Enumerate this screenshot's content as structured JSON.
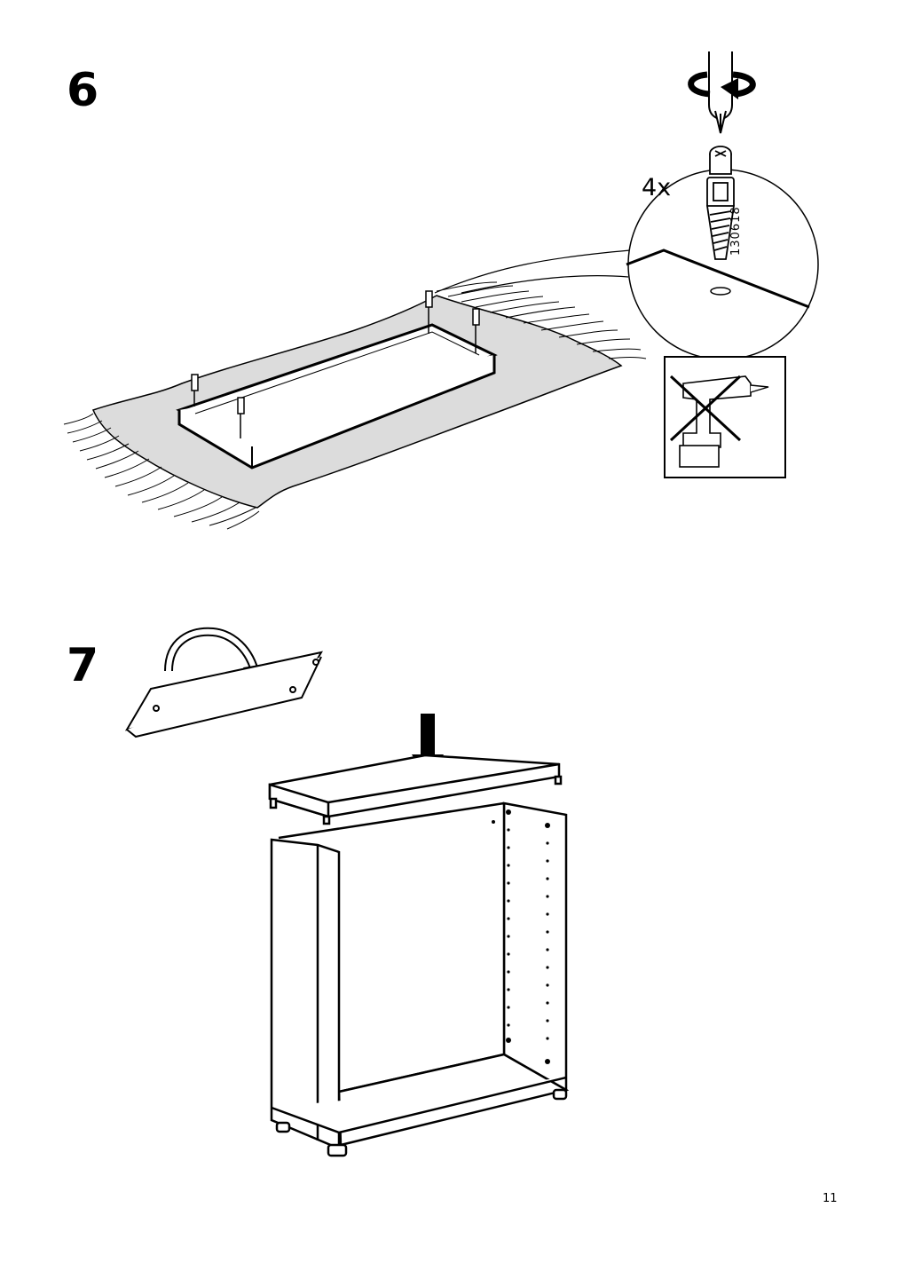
{
  "step6": {
    "number": "6",
    "quantity": "4x",
    "part_number": "130618"
  },
  "step7": {
    "number": "7"
  },
  "footer": {
    "page_number": "11"
  },
  "icons": {
    "step6": [
      "screwdriver-icon",
      "rotate-arrow-icon",
      "cam-lock-dowel-icon",
      "no-power-drill-icon",
      "rug-icon"
    ],
    "step7": [
      "flip-arrow-icon",
      "down-arrow-icon",
      "cabinet-frame-icon"
    ]
  }
}
